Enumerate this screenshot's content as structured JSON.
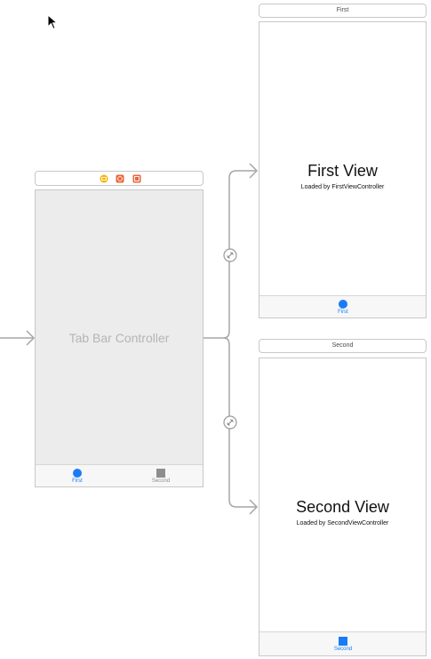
{
  "tab_bar_controller": {
    "title": "Tab Bar Controller",
    "icons": [
      {
        "name": "view-controller-icon",
        "color": "#f5b400"
      },
      {
        "name": "first-responder-icon",
        "color": "#e8673c"
      },
      {
        "name": "exit-icon",
        "color": "#e8673c"
      }
    ],
    "tabs": [
      {
        "label": "First",
        "icon": "circle",
        "color": "#1a7cf5"
      },
      {
        "label": "Second",
        "icon": "square",
        "color": "#8e8e8e"
      }
    ]
  },
  "first_scene": {
    "header": "First",
    "title": "First View",
    "subtitle": "Loaded by FirstViewController",
    "tab_label": "First",
    "tab_icon": "circle",
    "tab_color": "#1a7cf5"
  },
  "second_scene": {
    "header": "Second",
    "title": "Second View",
    "subtitle": "Loaded by SecondViewController",
    "tab_label": "Second",
    "tab_icon": "square",
    "tab_color": "#1a7cf5"
  },
  "colors": {
    "canvas": "#ffffff",
    "controller_bg": "#ececec",
    "border": "#c8c8c8",
    "segue_line": "#a6a6a6",
    "selected_tab": "#1a7cf5",
    "unselected_tab": "#8e8e8e"
  }
}
